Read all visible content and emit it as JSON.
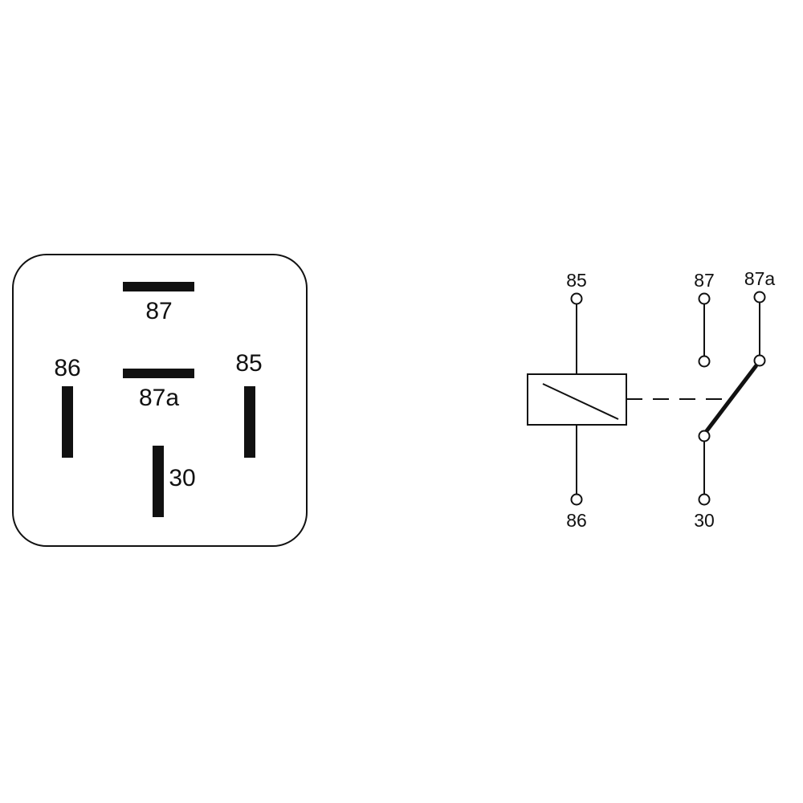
{
  "relay_footprint": {
    "pins": {
      "p87": "87",
      "p87a": "87a",
      "p86": "86",
      "p85": "85",
      "p30": "30"
    }
  },
  "relay_schematic": {
    "terminals": {
      "t85": "85",
      "t86": "86",
      "t87": "87",
      "t87a": "87a",
      "t30": "30"
    }
  },
  "colors": {
    "ink": "#111111",
    "background": "#ffffff"
  }
}
